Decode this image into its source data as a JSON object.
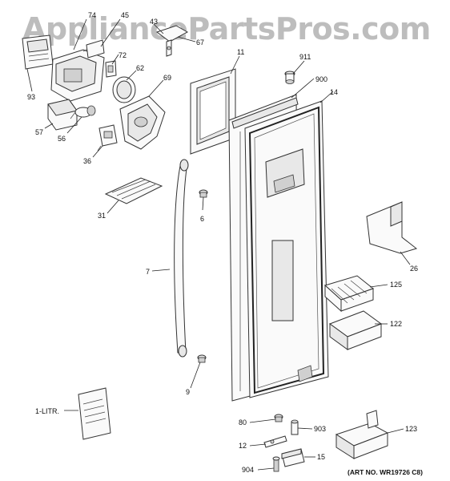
{
  "watermark": "AppliancePartsPros.com",
  "art_number": "(ART NO. WR19726 C8)",
  "callouts": {
    "c74": "74",
    "c45": "45",
    "c43": "43",
    "c67": "67",
    "c72": "72",
    "c62": "62",
    "c69": "69",
    "c93": "93",
    "c57": "57",
    "c56": "56",
    "c36": "36",
    "c11": "11",
    "c911": "911",
    "c900": "900",
    "c14": "14",
    "c31": "31",
    "c6": "6",
    "c7": "7",
    "c26": "26",
    "c125": "125",
    "c122": "122",
    "c9": "9",
    "c1litr": "1-LITR.",
    "c80": "80",
    "c903": "903",
    "c12": "12",
    "c904": "904",
    "c15": "15",
    "c123": "123"
  }
}
